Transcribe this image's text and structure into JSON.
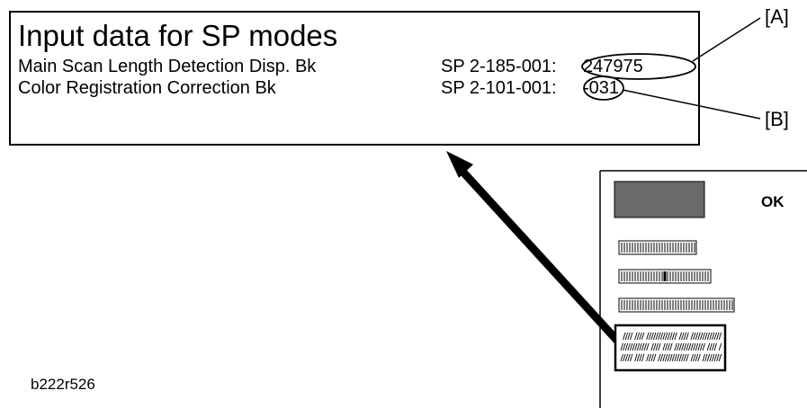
{
  "panel": {
    "title": "Input data for SP modes",
    "rows": [
      {
        "label": "Main Scan Length Detection Disp. Bk",
        "code": "SP  2-185-001:",
        "value": "247975"
      },
      {
        "label": "Color Registration Correction Bk",
        "code": "SP  2-101-001:",
        "value": "-031"
      }
    ]
  },
  "callouts": {
    "a": "[A]",
    "b": "[B]"
  },
  "device": {
    "ok_label": "OK"
  },
  "caption": "b222r526"
}
